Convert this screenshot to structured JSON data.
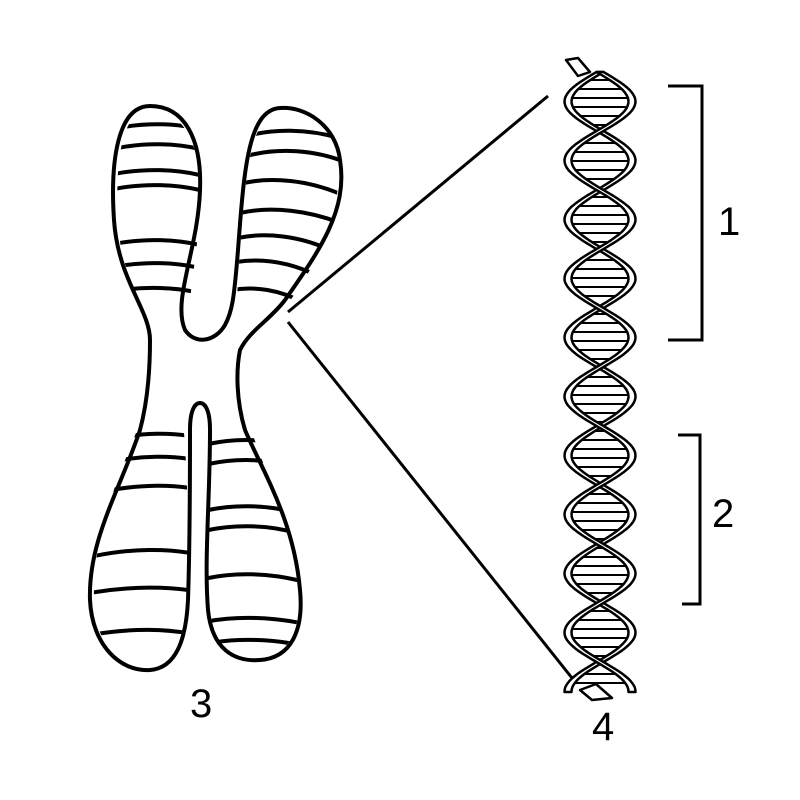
{
  "labels": {
    "gene_region_1": "1",
    "gene_region_2": "2",
    "chromosome": "3",
    "dna_helix": "4"
  },
  "colors": {
    "stroke": "#000000",
    "background": "#ffffff"
  }
}
